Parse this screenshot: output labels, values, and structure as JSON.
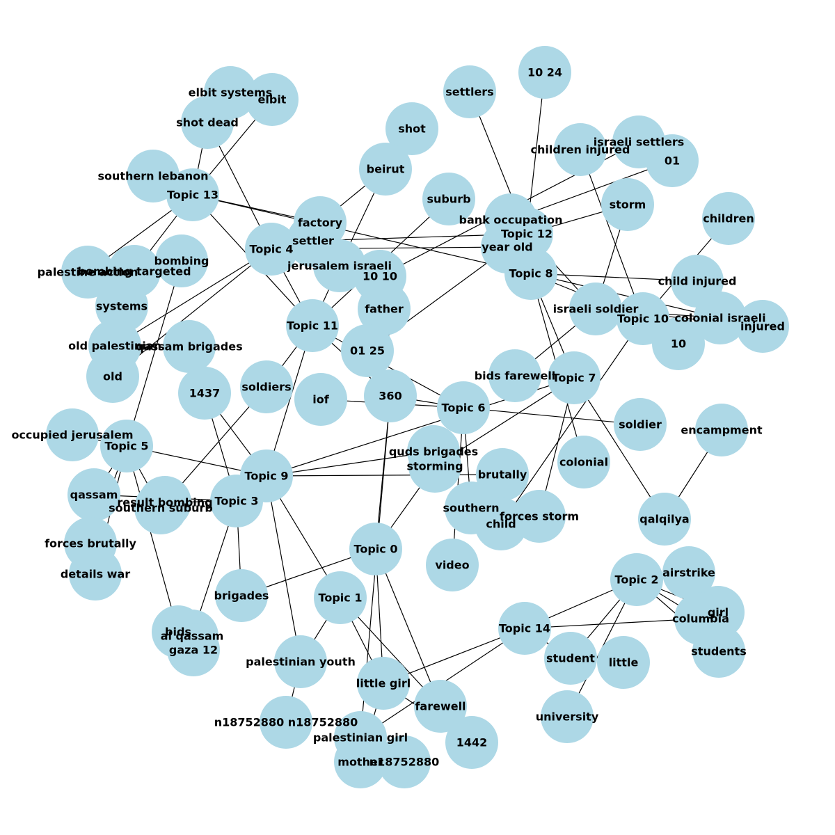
{
  "colors": {
    "node": "#add8e6",
    "edge": "#000000",
    "label": "#000000",
    "background": "#ffffff"
  },
  "nodes": [
    {
      "id": "Topic 0",
      "label": "Topic 0"
    },
    {
      "id": "Topic 1",
      "label": "Topic 1"
    },
    {
      "id": "Topic 2",
      "label": "Topic 2"
    },
    {
      "id": "Topic 3",
      "label": "Topic 3"
    },
    {
      "id": "Topic 4",
      "label": "Topic 4"
    },
    {
      "id": "Topic 5",
      "label": "Topic 5"
    },
    {
      "id": "Topic 6",
      "label": "Topic 6"
    },
    {
      "id": "Topic 7",
      "label": "Topic 7"
    },
    {
      "id": "Topic 8",
      "label": "Topic 8"
    },
    {
      "id": "Topic 9",
      "label": "Topic 9"
    },
    {
      "id": "Topic 10",
      "label": "Topic 10"
    },
    {
      "id": "Topic 11",
      "label": "Topic 11"
    },
    {
      "id": "Topic 12",
      "label": "Topic 12"
    },
    {
      "id": "Topic 13",
      "label": "Topic 13"
    },
    {
      "id": "Topic 14",
      "label": "Topic 14"
    },
    {
      "id": "elbit systems",
      "label": "elbit systems"
    },
    {
      "id": "elbit",
      "label": "elbit"
    },
    {
      "id": "shot dead",
      "label": "shot dead"
    },
    {
      "id": "southern lebanon",
      "label": "southern lebanon"
    },
    {
      "id": "settlers",
      "label": "settlers"
    },
    {
      "id": "10 24",
      "label": "10 24"
    },
    {
      "id": "shot",
      "label": "shot"
    },
    {
      "id": "beirut",
      "label": "beirut"
    },
    {
      "id": "children injured",
      "label": "children injured"
    },
    {
      "id": "israeli settlers",
      "label": "israeli settlers"
    },
    {
      "id": "01",
      "label": "01"
    },
    {
      "id": "suburb",
      "label": "suburb"
    },
    {
      "id": "storm",
      "label": "storm"
    },
    {
      "id": "children",
      "label": "children"
    },
    {
      "id": "factory",
      "label": "factory"
    },
    {
      "id": "settler",
      "label": "settler"
    },
    {
      "id": "bank occupation",
      "label": "bank occupation"
    },
    {
      "id": "year old",
      "label": "year old"
    },
    {
      "id": "jerusalem israeli",
      "label": "jerusalem israeli"
    },
    {
      "id": "10 10",
      "label": "10 10"
    },
    {
      "id": "palestine action",
      "label": "palestine action"
    },
    {
      "id": "bombing targeted",
      "label": "bombing targeted"
    },
    {
      "id": "bombing",
      "label": "bombing"
    },
    {
      "id": "systems",
      "label": "systems"
    },
    {
      "id": "father",
      "label": "father"
    },
    {
      "id": "child injured",
      "label": "child injured"
    },
    {
      "id": "israeli soldier",
      "label": "israeli soldier"
    },
    {
      "id": "colonial israeli",
      "label": "colonial israeli"
    },
    {
      "id": "injured",
      "label": "injured"
    },
    {
      "id": "10",
      "label": "10"
    },
    {
      "id": "old palestinian",
      "label": "old palestinian"
    },
    {
      "id": "qassam brigades",
      "label": "qassam brigades"
    },
    {
      "id": "old",
      "label": "old"
    },
    {
      "id": "01 25",
      "label": "01 25"
    },
    {
      "id": "bids farewell",
      "label": "bids farewell"
    },
    {
      "id": "1437",
      "label": "1437"
    },
    {
      "id": "soldiers",
      "label": "soldiers"
    },
    {
      "id": "iof",
      "label": "iof"
    },
    {
      "id": "360",
      "label": "360"
    },
    {
      "id": "soldier",
      "label": "soldier"
    },
    {
      "id": "encampment",
      "label": "encampment"
    },
    {
      "id": "occupied jerusalem",
      "label": "occupied jerusalem"
    },
    {
      "id": "quds brigades",
      "label": "quds brigades"
    },
    {
      "id": "storming",
      "label": "storming"
    },
    {
      "id": "colonial",
      "label": "colonial"
    },
    {
      "id": "brutally",
      "label": "brutally"
    },
    {
      "id": "qassam",
      "label": "qassam"
    },
    {
      "id": "result bombing",
      "label": "result bombing"
    },
    {
      "id": "southern suburb",
      "label": "southern suburb"
    },
    {
      "id": "southern",
      "label": "southern"
    },
    {
      "id": "child",
      "label": "child"
    },
    {
      "id": "forces storm",
      "label": "forces storm"
    },
    {
      "id": "qalqilya",
      "label": "qalqilya"
    },
    {
      "id": "forces brutally",
      "label": "forces brutally"
    },
    {
      "id": "video",
      "label": "video"
    },
    {
      "id": "details war",
      "label": "details war"
    },
    {
      "id": "airstrike",
      "label": "airstrike"
    },
    {
      "id": "brigades",
      "label": "brigades"
    },
    {
      "id": "girl",
      "label": "girl"
    },
    {
      "id": "columbia",
      "label": "columbia"
    },
    {
      "id": "bids",
      "label": "bids"
    },
    {
      "id": "al qassam",
      "label": "al qassam"
    },
    {
      "id": "gaza 12",
      "label": "gaza 12"
    },
    {
      "id": "students",
      "label": "students"
    },
    {
      "id": "student",
      "label": "student"
    },
    {
      "id": "little",
      "label": "little"
    },
    {
      "id": "palestinian youth",
      "label": "palestinian youth"
    },
    {
      "id": "little girl",
      "label": "little girl"
    },
    {
      "id": "university",
      "label": "university"
    },
    {
      "id": "farewell",
      "label": "farewell"
    },
    {
      "id": "n18752880 n18752880",
      "label": "n18752880 n18752880"
    },
    {
      "id": "palestinian girl",
      "label": "palestinian girl"
    },
    {
      "id": "1442",
      "label": "1442"
    },
    {
      "id": "mother",
      "label": "mother"
    },
    {
      "id": "n18752880",
      "label": "n18752880"
    }
  ],
  "edges": [
    [
      "Topic 13",
      "southern lebanon"
    ],
    [
      "Topic 13",
      "shot dead"
    ],
    [
      "Topic 13",
      "elbit"
    ],
    [
      "Topic 13",
      "factory"
    ],
    [
      "Topic 13",
      "palestine action"
    ],
    [
      "Topic 13",
      "bombing targeted"
    ],
    [
      "Topic 13",
      "Topic 11"
    ],
    [
      "Topic 13",
      "Topic 8"
    ],
    [
      "shot dead",
      "Topic 4"
    ],
    [
      "beirut",
      "factory"
    ],
    [
      "beirut",
      "jerusalem israeli"
    ],
    [
      "Topic 12",
      "settlers"
    ],
    [
      "Topic 12",
      "10 24"
    ],
    [
      "Topic 12",
      "storm"
    ],
    [
      "Topic 12",
      "israeli soldier"
    ],
    [
      "Topic 12",
      "settler"
    ],
    [
      "Topic 12",
      "01 25"
    ],
    [
      "israeli settlers",
      "10 10"
    ],
    [
      "01",
      "bank occupation"
    ],
    [
      "suburb",
      "Topic 11"
    ],
    [
      "children injured",
      "Topic 10"
    ],
    [
      "children",
      "Topic 10"
    ],
    [
      "Topic 4",
      "old palestinian"
    ],
    [
      "Topic 4",
      "old"
    ],
    [
      "Topic 4",
      "Topic 11"
    ],
    [
      "Topic 4",
      "year old"
    ],
    [
      "Topic 11",
      "jerusalem israeli"
    ],
    [
      "Topic 11",
      "soldiers"
    ],
    [
      "Topic 11",
      "360"
    ],
    [
      "Topic 11",
      "Topic 9"
    ],
    [
      "Topic 11",
      "Topic 6"
    ],
    [
      "Topic 8",
      "Topic 7"
    ],
    [
      "Topic 8",
      "colonial"
    ],
    [
      "Topic 8",
      "Topic 10"
    ],
    [
      "Topic 8",
      "colonial israeli"
    ],
    [
      "Topic 8",
      "child injured"
    ],
    [
      "israeli soldier",
      "storm"
    ],
    [
      "israeli soldier",
      "bids farewell"
    ],
    [
      "israeli soldier",
      "colonial israeli"
    ],
    [
      "israeli soldier",
      "injured"
    ],
    [
      "Topic 10",
      "10"
    ],
    [
      "Topic 10",
      "child"
    ],
    [
      "Topic 7",
      "storming"
    ],
    [
      "Topic 7",
      "qalqilya"
    ],
    [
      "Topic 7",
      "forces storm"
    ],
    [
      "Topic 7",
      "Topic 9"
    ],
    [
      "Topic 6",
      "soldier"
    ],
    [
      "Topic 6",
      "iof"
    ],
    [
      "Topic 6",
      "southern"
    ],
    [
      "Topic 6",
      "video"
    ],
    [
      "360",
      "Topic 6"
    ],
    [
      "360",
      "Topic 0"
    ],
    [
      "360",
      "palestinian girl"
    ],
    [
      "Topic 5",
      "occupied jerusalem"
    ],
    [
      "Topic 5",
      "qassam"
    ],
    [
      "Topic 5",
      "forces brutally"
    ],
    [
      "Topic 5",
      "details war"
    ],
    [
      "Topic 5",
      "southern suburb"
    ],
    [
      "Topic 5",
      "bids"
    ],
    [
      "Topic 5",
      "Topic 9"
    ],
    [
      "Topic 5",
      "bombing"
    ],
    [
      "old",
      "systems"
    ],
    [
      "Topic 9",
      "1437"
    ],
    [
      "Topic 9",
      "brutally"
    ],
    [
      "Topic 9",
      "palestinian youth"
    ],
    [
      "Topic 9",
      "Topic 1"
    ],
    [
      "Topic 9",
      "quds brigades"
    ],
    [
      "Topic 3",
      "qassam"
    ],
    [
      "Topic 3",
      "result bombing"
    ],
    [
      "Topic 3",
      "1437"
    ],
    [
      "Topic 3",
      "brigades"
    ],
    [
      "Topic 3",
      "al qassam"
    ],
    [
      "soldiers",
      "southern suburb"
    ],
    [
      "Topic 0",
      "storming"
    ],
    [
      "Topic 0",
      "brigades"
    ],
    [
      "Topic 0",
      "farewell"
    ],
    [
      "Topic 0",
      "little girl"
    ],
    [
      "Topic 1",
      "palestinian youth"
    ],
    [
      "Topic 1",
      "little girl"
    ],
    [
      "Topic 1",
      "farewell"
    ],
    [
      "palestinian youth",
      "n18752880 n18752880"
    ],
    [
      "little girl",
      "1442"
    ],
    [
      "little girl",
      "mother"
    ],
    [
      "Topic 14",
      "little girl"
    ],
    [
      "Topic 14",
      "palestinian girl"
    ],
    [
      "Topic 14",
      "Topic 2"
    ],
    [
      "Topic 14",
      "columbia"
    ],
    [
      "Topic 14",
      "student"
    ],
    [
      "Topic 2",
      "airstrike"
    ],
    [
      "Topic 2",
      "girl"
    ],
    [
      "Topic 2",
      "columbia"
    ],
    [
      "Topic 2",
      "students"
    ],
    [
      "Topic 2",
      "student"
    ],
    [
      "Topic 2",
      "university"
    ],
    [
      "qalqilya",
      "encampment"
    ]
  ]
}
